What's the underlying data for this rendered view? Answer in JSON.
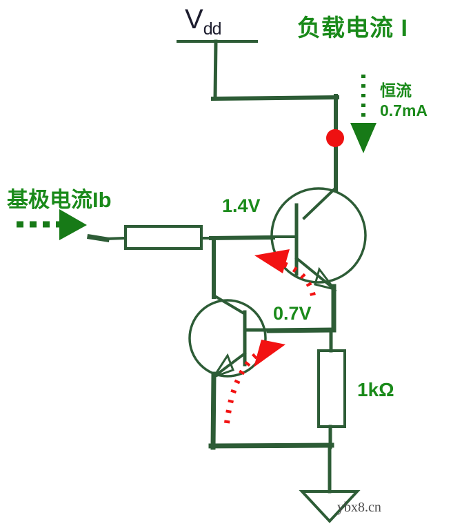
{
  "diagram": {
    "title_label": "Vdd",
    "vdd": {
      "main": "V",
      "sub": "dd"
    },
    "labels": {
      "load_current": "负载电流 I",
      "constant_current_line1": "恒流",
      "constant_current_line2": "0.7mA",
      "base_current": "基极电流Ib",
      "voltage_upper": "1.4V",
      "voltage_lower": "0.7V",
      "resistor_value": "1kΩ"
    },
    "watermark": "ybx8.cn",
    "colors": {
      "wire": "#2d5c36",
      "annotation_green": "#1a8a1a",
      "arrow_green": "#177a17",
      "node_red": "#ee1111",
      "arrow_red": "#f21212",
      "vdd_text": "#1d1d2e",
      "watermark": "#4b4b4b",
      "background": "#ffffff"
    },
    "components": [
      {
        "name": "supply-rail",
        "type": "power-rail",
        "label": "Vdd"
      },
      {
        "name": "base-resistor",
        "type": "resistor",
        "orientation": "horizontal"
      },
      {
        "name": "emitter-resistor",
        "type": "resistor",
        "orientation": "vertical",
        "value": "1kΩ"
      },
      {
        "name": "output-transistor",
        "type": "npn-transistor",
        "orientation": "normal"
      },
      {
        "name": "mirror-transistor",
        "type": "npn-transistor",
        "orientation": "mirrored"
      },
      {
        "name": "ground-symbol",
        "type": "ground"
      },
      {
        "name": "junction-node",
        "type": "node",
        "color": "#ee1111"
      }
    ],
    "annotations": [
      {
        "name": "load-current-arrow",
        "style": "dotted-arrow",
        "color": "#177a17",
        "direction": "down",
        "text": "负载电流 I"
      },
      {
        "name": "base-current-arrow",
        "style": "dashed-arrow",
        "color": "#177a17",
        "direction": "right",
        "text": "基极电流Ib"
      },
      {
        "name": "upper-feedback-arrow",
        "style": "dotted-curve-arrow",
        "color": "#f21212",
        "direction": "up-left"
      },
      {
        "name": "lower-feedback-arrow",
        "style": "dotted-curve-arrow",
        "color": "#f21212",
        "direction": "up-right"
      }
    ]
  }
}
